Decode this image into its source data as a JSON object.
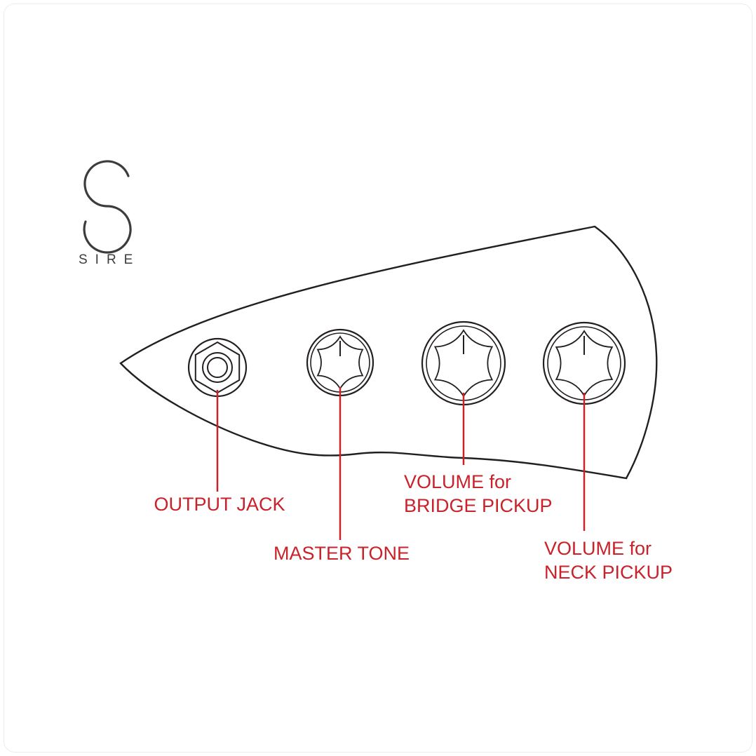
{
  "brand": {
    "wordmark": "SIRE"
  },
  "colors": {
    "line": "#231f20",
    "accent": "#c9222a",
    "brand_text": "#3c3c3c",
    "background": "#ffffff"
  },
  "diagram": {
    "subject": "bass-guitar-control-plate",
    "parts": [
      "output jack",
      "master tone knob",
      "bridge pickup volume knob",
      "neck pickup volume knob"
    ]
  },
  "callouts": [
    {
      "id": "output-jack",
      "lines": [
        "OUTPUT JACK"
      ]
    },
    {
      "id": "master-tone",
      "lines": [
        "MASTER TONE"
      ]
    },
    {
      "id": "volume-bridge-pickup",
      "lines": [
        "VOLUME for",
        "BRIDGE PICKUP"
      ]
    },
    {
      "id": "volume-neck-pickup",
      "lines": [
        "VOLUME for",
        "NECK PICKUP"
      ]
    }
  ]
}
